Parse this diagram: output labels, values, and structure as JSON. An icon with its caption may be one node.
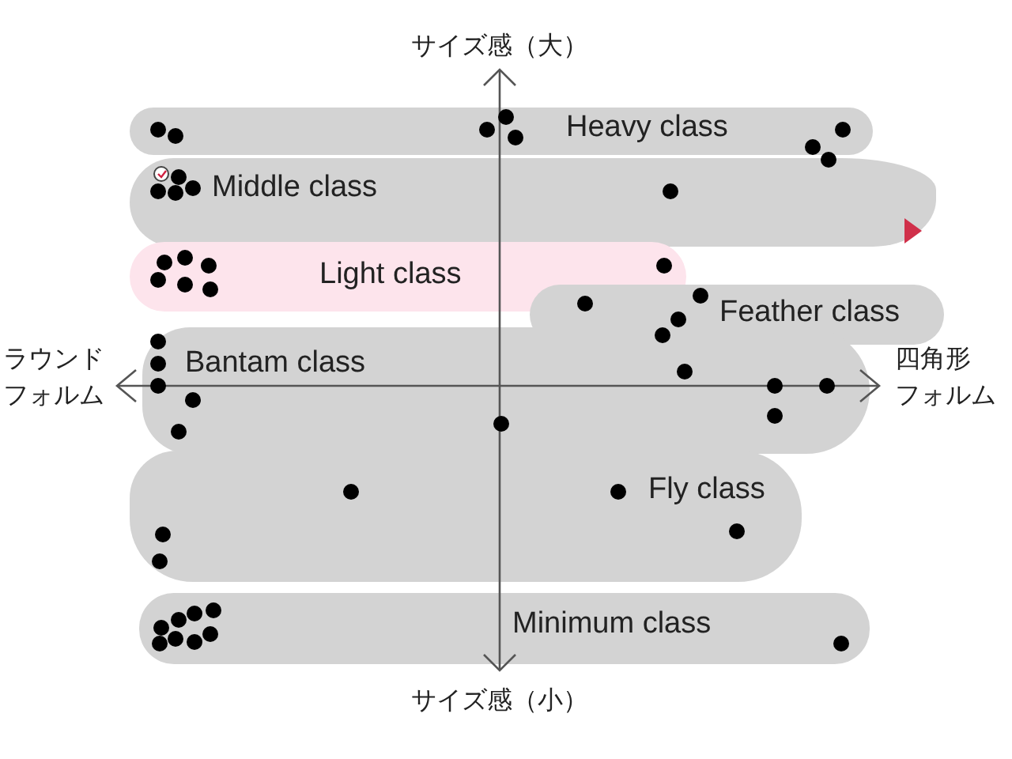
{
  "diagram": {
    "nodes": [
      {
        "text": [
          "Heavy class"
        ]
      },
      {
        "text": [
          "Middle class"
        ]
      },
      {
        "text": [
          "Light class"
        ]
      },
      {
        "text": [
          "Feather class"
        ]
      },
      {
        "text": [
          "Bantam class"
        ]
      },
      {
        "text": [
          "Fly class"
        ]
      },
      {
        "text": [
          "Minimum class"
        ]
      }
    ],
    "labels": [
      "サイズ感（大）",
      "ラウンド",
      "フォルム",
      "四角形",
      "フォルム",
      "サイズ感（小）"
    ]
  }
}
